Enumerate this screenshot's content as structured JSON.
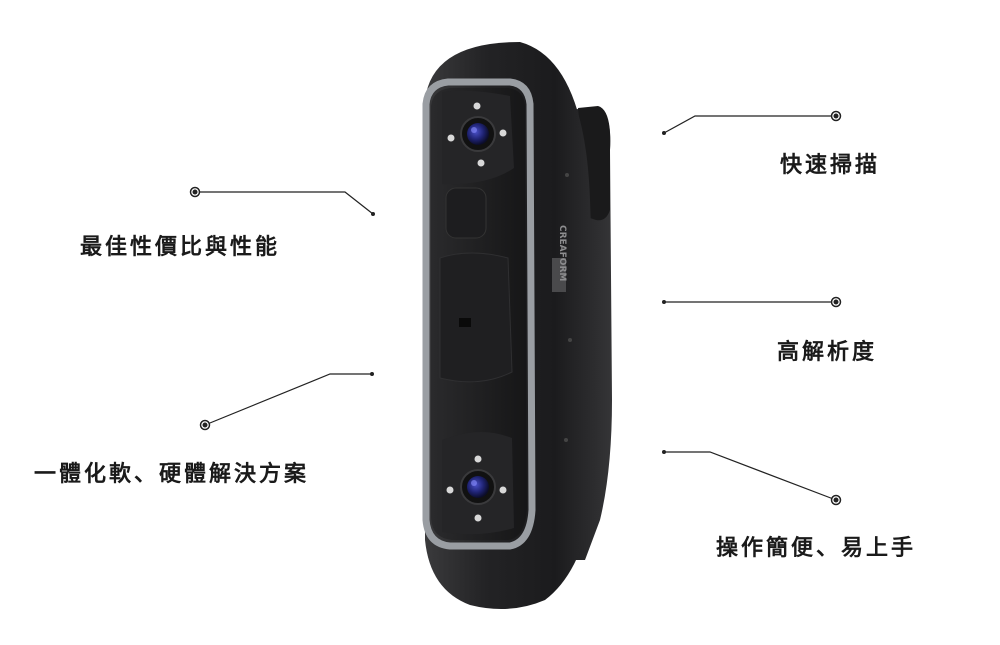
{
  "features": {
    "fast_scanning": "快速掃描",
    "best_value": "最佳性價比與性能",
    "high_resolution": "高解析度",
    "integrated_solution": "一體化軟、硬體解決方案",
    "easy_to_use": "操作簡便、易上手"
  },
  "device": {
    "brand_text": "CREAFORM",
    "body_color": "#2b2b2d",
    "bezel_color": "#9a9ea3",
    "lens_color": "#1c1f6b"
  }
}
